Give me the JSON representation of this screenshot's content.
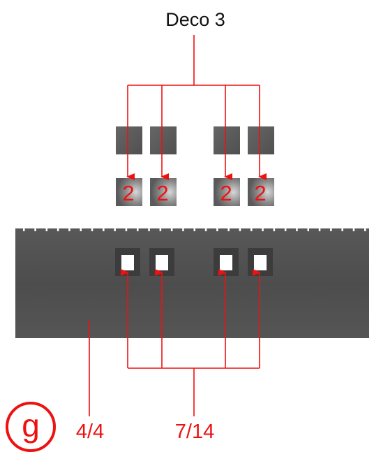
{
  "diagram": {
    "top_label": "Deco 3",
    "box_labels": [
      "2",
      "2",
      "2",
      "2"
    ],
    "panel_label": "g",
    "callout_left": "4/4",
    "callout_right": "7/14"
  },
  "colors": {
    "annotation": "#ee1111",
    "top_label": "#111111",
    "board_dark": "#4a4a4a",
    "board_mid": "#5a5a5a",
    "tile_gray": "#5c5c5c"
  }
}
